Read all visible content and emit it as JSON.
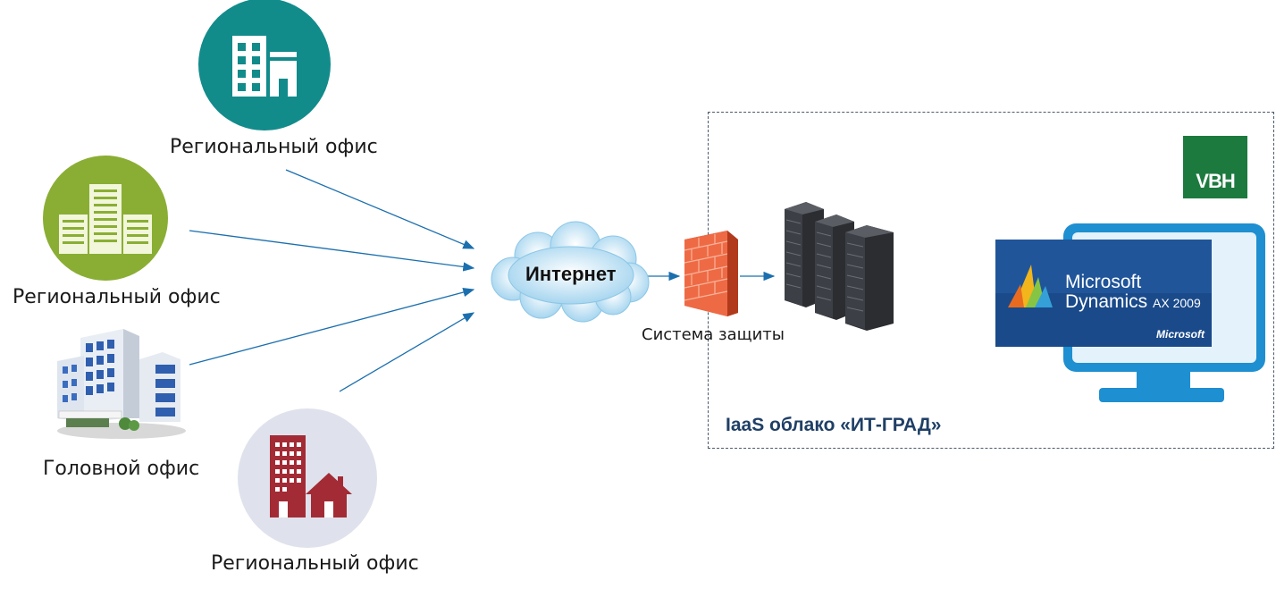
{
  "nodes": {
    "regional_office_top": {
      "label": "Региональный офис",
      "icon": "office-building-icon",
      "color": "#128b8b"
    },
    "regional_office_middle": {
      "label": "Региональный офис",
      "icon": "office-buildings-icon",
      "color": "#8aae34"
    },
    "head_office": {
      "label": "Головной офис",
      "icon": "headquarters-building-icon"
    },
    "regional_office_bottom": {
      "label": "Региональный офис",
      "icon": "building-house-icon",
      "color": "#a32b35"
    },
    "internet": {
      "label": "Интернет",
      "icon": "cloud-icon",
      "color": "#bfe3f5"
    },
    "security": {
      "label": "Система защиты",
      "icon": "firewall-icon",
      "color": "#e8553a"
    },
    "servers": {
      "icon": "server-rack-icon"
    }
  },
  "cloud_zone": {
    "title": "IaaS облако «ИТ-ГРАД»",
    "border_color": "#4a5a6a"
  },
  "vbh_logo": {
    "text": "VBH",
    "color": "#1d7a3e"
  },
  "monitor": {
    "line1": "Microsoft",
    "line2": "Dynamics",
    "version": "AX 2009",
    "brand": "Microsoft",
    "frame_color": "#1e8fd0",
    "screen_color": "#1a4a8a"
  },
  "arrow_color": "#1b6fae"
}
